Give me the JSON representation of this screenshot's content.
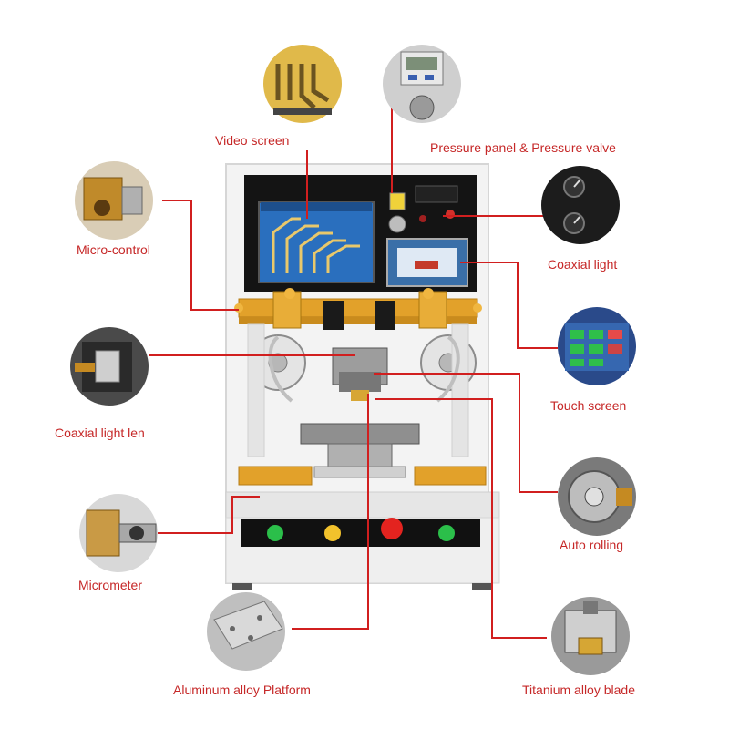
{
  "colors": {
    "label": "#c62828",
    "leader": "#d11f1f",
    "circle_fill": "#3a3a3a",
    "machine_frame": "#f1f1f1",
    "machine_base": "#ececec",
    "gold": "#e2a12a",
    "screen_blue": "#2f7fd0",
    "panel_black": "#121212"
  },
  "callouts": [
    {
      "id": "video-screen",
      "label": "Video screen",
      "icon": "video-screen-closeup"
    },
    {
      "id": "pressure-panel",
      "label": "Pressure panel & Pressure valve",
      "icon": "pressure-gauge-closeup"
    },
    {
      "id": "micro-control",
      "label": "Micro-control",
      "icon": "micro-control-closeup"
    },
    {
      "id": "coaxial-light",
      "label": "Coaxial light",
      "icon": "coaxial-light-knobs-closeup"
    },
    {
      "id": "touch-screen",
      "label": "Touch screen",
      "icon": "touch-screen-closeup"
    },
    {
      "id": "coaxial-light-len",
      "label": "Coaxial light len",
      "icon": "coaxial-lens-closeup"
    },
    {
      "id": "auto-rolling",
      "label": "Auto rolling",
      "icon": "auto-rolling-closeup"
    },
    {
      "id": "micrometer",
      "label": "Micrometer",
      "icon": "micrometer-closeup"
    },
    {
      "id": "aluminum-platform",
      "label": "Aluminum alloy Platform",
      "icon": "platform-closeup"
    },
    {
      "id": "titanium-blade",
      "label": "Titanium alloy blade",
      "icon": "blade-closeup"
    }
  ]
}
